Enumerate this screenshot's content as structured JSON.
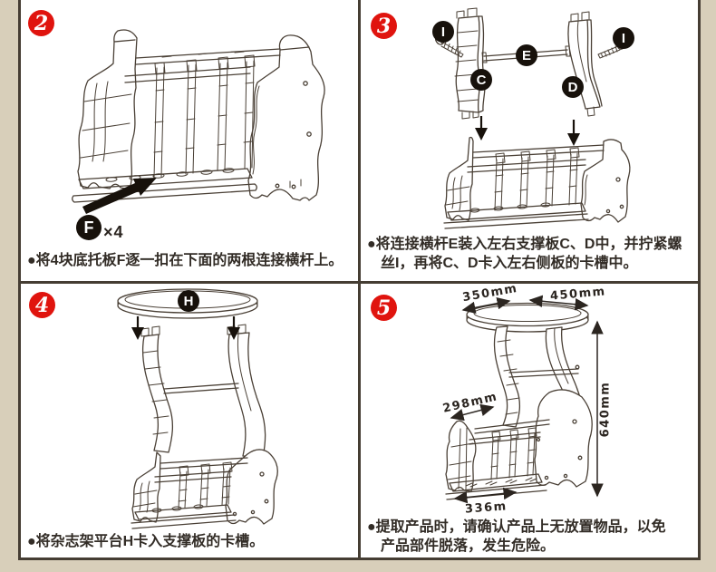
{
  "colors": {
    "page_background": "#d8cfba",
    "frame_border": "#453d33",
    "panel_background": "#ffffff",
    "step_badge_red": "#e0140e",
    "part_badge_black": "#17110b",
    "caption_text": "#322c26",
    "line_art": "#4a4036",
    "dimension_text": "#2b2520"
  },
  "steps": {
    "step2": {
      "number": "2",
      "part_label": "F",
      "quantity": "×4",
      "caption": "●将4块底托板F逐一扣在下面的两根连接横杆上。"
    },
    "step3": {
      "number": "3",
      "labels": {
        "i_left": "I",
        "i_right": "I",
        "e": "E",
        "c": "C",
        "d": "D"
      },
      "caption_line1": "●将连接横杆E装入左右支撑板C、D中，并拧紧螺",
      "caption_line2": "丝I，再将C、D卡入左右侧板的卡槽中。"
    },
    "step4": {
      "number": "4",
      "part_label": "H",
      "caption": "●将杂志架平台H卡入支撑板的卡槽。"
    },
    "step5": {
      "number": "5",
      "dimensions": {
        "top_width": "350mm",
        "top_depth": "450mm",
        "rack_depth": "298mm",
        "height": "640mm",
        "rack_width": "336m"
      },
      "caption_line1": "●提取产品时，请确认产品上无放置物品，以免",
      "caption_line2": "产品部件脱落，发生危险。"
    }
  }
}
